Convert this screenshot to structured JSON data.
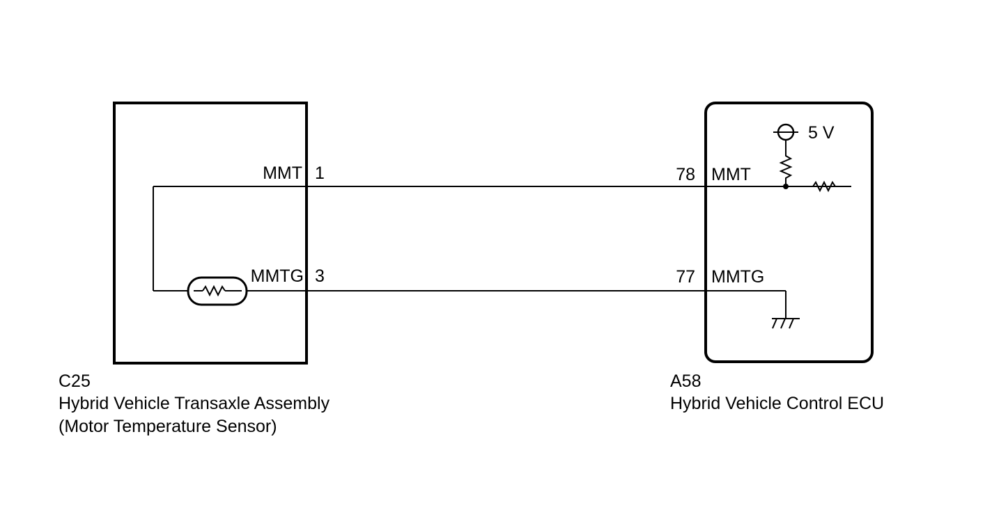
{
  "components": {
    "sensor": {
      "connector": "C25",
      "name": "Hybrid Vehicle Transaxle Assembly",
      "detail": "(Motor Temperature Sensor)"
    },
    "ecu": {
      "connector": "A58",
      "name": "Hybrid Vehicle Control ECU"
    }
  },
  "pins": {
    "sensor_mmt": {
      "name": "MMT",
      "number": "1"
    },
    "sensor_mmtg": {
      "name": "MMTG",
      "number": "3"
    },
    "ecu_mmt": {
      "name": "MMT",
      "number": "78"
    },
    "ecu_mmtg": {
      "name": "MMTG",
      "number": "77"
    }
  },
  "supply": {
    "voltage": "5 V"
  }
}
